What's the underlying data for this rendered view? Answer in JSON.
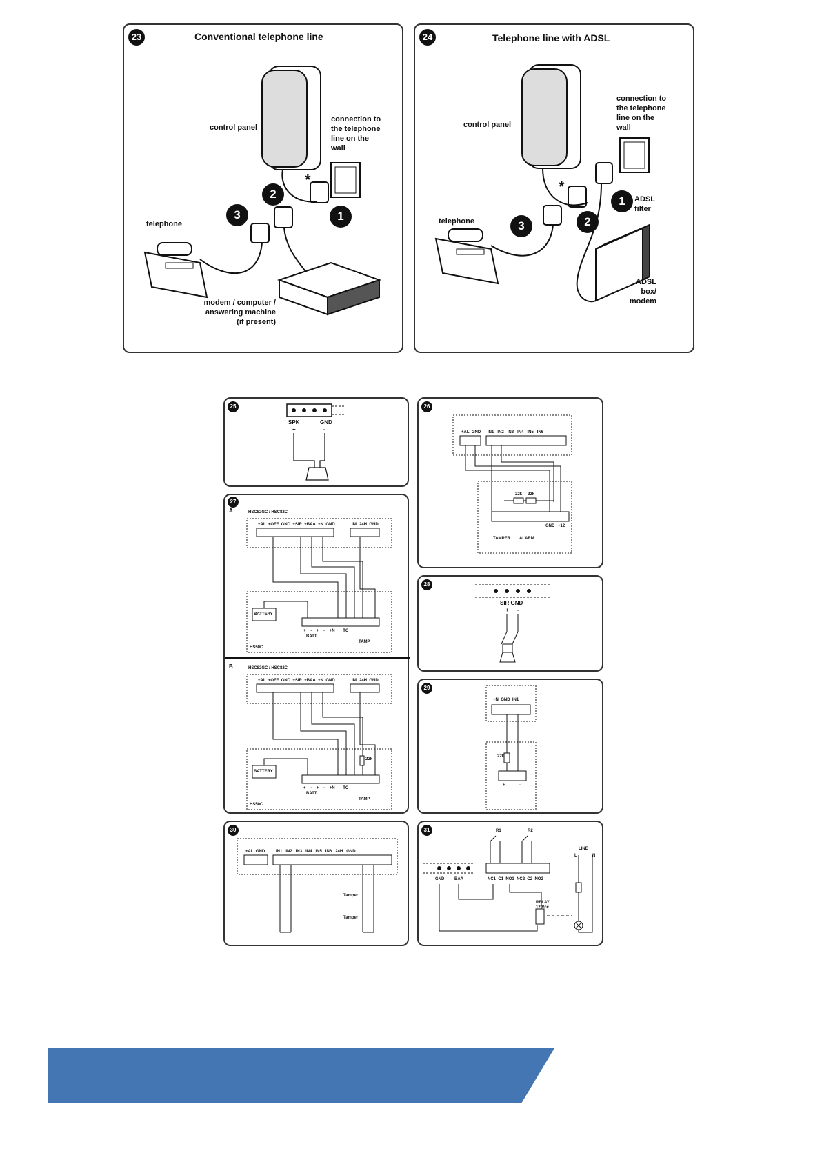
{
  "fig23": {
    "number": "23",
    "title": "Conventional telephone line",
    "control_panel": "control panel",
    "wall": [
      "connection to",
      "the telephone",
      "line on the",
      "wall"
    ],
    "telephone": "telephone",
    "modem": [
      "modem / computer /",
      "answering machine",
      "(if present)"
    ],
    "markers": [
      "1",
      "2",
      "3"
    ],
    "asterisk": "*"
  },
  "fig24": {
    "number": "24",
    "title": "Telephone line with ADSL",
    "control_panel": "control panel",
    "wall": [
      "connection to",
      "the telephone",
      "line on the",
      "wall"
    ],
    "telephone": "telephone",
    "adsl_filter": [
      "ADSL",
      "filter"
    ],
    "adsl_box": [
      "ADSL",
      "box/",
      "modem"
    ],
    "markers": [
      "1",
      "2",
      "3"
    ],
    "asterisk": "*"
  },
  "fig25": {
    "number": "25",
    "spk": "SPK",
    "gnd": "GND",
    "plus": "+",
    "minus": "-"
  },
  "fig26": {
    "number": "26",
    "terminals": [
      "+AL",
      "GND",
      "IN1",
      "IN2",
      "IN3",
      "IN4",
      "IN5",
      "IN6"
    ],
    "resistors": [
      "22k",
      "22k"
    ],
    "lower_terminals": [
      "GND",
      "+12"
    ],
    "tamper": "TAMPER",
    "alarm": "ALARM"
  },
  "fig27": {
    "number": "27",
    "sections": [
      {
        "letter": "A",
        "model": "HSC82GC / HSC82C",
        "terminals": [
          "+AL",
          "+OFF",
          "GND",
          "+SIR",
          "+BAA",
          "+N",
          "GND"
        ],
        "right_terminals": [
          "INI",
          "24H",
          "GND"
        ],
        "battery": "BATTERY",
        "batt": "BATT",
        "lower": [
          "+",
          "-",
          "+",
          "-",
          "+N",
          "TC"
        ],
        "tamp": "TAMP",
        "device": "HS50C"
      },
      {
        "letter": "B",
        "model": "HSC82GC / HSC82C",
        "terminals": [
          "+AL",
          "+OFF",
          "GND",
          "+SIR",
          "+BAA",
          "+N",
          "GND"
        ],
        "right_terminals": [
          "INI",
          "24H",
          "GND"
        ],
        "battery": "BATTERY",
        "batt": "BATT",
        "lower": [
          "+",
          "-",
          "+",
          "-",
          "+N",
          "TC"
        ],
        "tamp": "TAMP",
        "device": "HS50C",
        "resistor": "22k"
      }
    ]
  },
  "fig28": {
    "number": "28",
    "label": "SIR GND",
    "plus": "+",
    "minus": "-"
  },
  "fig29": {
    "number": "29",
    "terminals": [
      "+N",
      "GND",
      "IN1"
    ],
    "resistor": "22k",
    "plus": "+",
    "minus": "-"
  },
  "fig30": {
    "number": "30",
    "terminals": [
      "+AL",
      "GND",
      "IN1",
      "IN2",
      "IN3",
      "IN4",
      "IN5",
      "IN6",
      "24H",
      "GND"
    ],
    "tamper": "Tamper"
  },
  "fig31": {
    "number": "31",
    "r1": "R1",
    "r2": "R2",
    "line": "LINE",
    "l": "L",
    "n": "N",
    "terminals": [
      "GND",
      "BAA",
      "NC1",
      "C1",
      "NO1",
      "NC2",
      "C2",
      "NO2"
    ],
    "relay": [
      "RELAY",
      "12 Vcc"
    ]
  },
  "colors": {
    "banner": "#4576b4",
    "ink": "#111111"
  }
}
